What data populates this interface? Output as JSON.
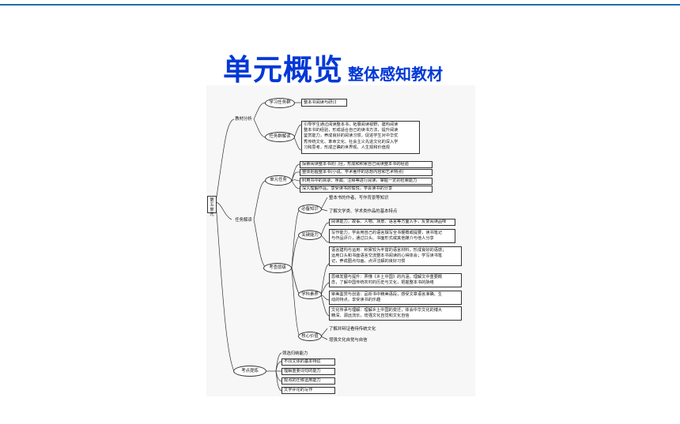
{
  "title": {
    "main": "单元概览",
    "sub": "整体感知教材"
  },
  "root": "第五单元",
  "branch1": {
    "label": "教材分析",
    "task_group": {
      "label": "学习任务群",
      "value": "整本书阅读与研讨"
    },
    "interpret": {
      "label": "任务群解读",
      "lines": [
        "引导学生通过阅读整本书，拓展阅读视野，建构阅读",
        "整本书的经验，形成适合自己的读书方法，提升阅读",
        "鉴赏能力，养成良好的阅读习惯，促进学生对中华优",
        "秀传统文化、革命文化、社会主义先进文化的深入学",
        "习和思考，形成正确的世界观、人生观和价值观"
      ]
    }
  },
  "branch2": {
    "label": "任务解读",
    "unit_task": {
      "label": "单元任务",
      "items": [
        "探索阅读整本书的门径，形成和积累自己阅读整本书的经验",
        "整体把握整本书(小说、学术著作的思想内容和艺术特点)",
        "利用书中的目录、序跋、注释等进行阅读，掌握一定的检索能力",
        "深入理解作品，享受读书的愉悦，学会读书的分享"
      ]
    },
    "exam_level": {
      "label": "考查层级",
      "knowledge": {
        "label": "必备知识",
        "items": [
          "整本书的作者，写作背景等知识",
          "了解文学类、学术类作品的基本特点"
        ]
      },
      "ability": {
        "label": "关键能力",
        "items": [
          "阅读能力，故事、人物、场景、语言等方面入手，反复阅读品味"
        ],
        "multi": [
          "写作能力，学会用自己的语言撰写全书梗概或提要，读书笔记",
          "与作品评介，通过口头、书面形式或其他媒介与他人分享"
        ]
      },
      "literacy": {
        "label": "学科素养",
        "blocks": [
          [
            "语言建构与运用：积累较为丰富的语言材料，形成良好的语感；",
            "运用口头和书面语言交流整本书阅读的心得体会；学写读书笔",
            "记，养成圈点勾画、点评注解的良好习惯"
          ],
          [
            "思维发展与提升：弄懂《乡土中国》的内涵，理解文中重要概",
            "念，了解中国传统农村的历史与文化，把握整本书的脉络"
          ],
          [
            "审美鉴赏与创造：品析书中精美语段，感受文章语言准确、生",
            "动的特点，享受读书的乐趣"
          ],
          [
            "文化传承与理解：理解乡土中国的变迁，体会中华文化的博大",
            "精深、源远流长，增强文化自觉和文化自信"
          ]
        ]
      },
      "core": {
        "label": "核心价值",
        "items": [
          "了解并辩证看待传统文化",
          "增强文化自觉与自信"
        ]
      }
    }
  },
  "branch3": {
    "label": "考点提炼",
    "items": [
      "筛选归纳能力",
      "不同文体的基本特征",
      "理解重要词句的能力",
      "观点的迁移运用能力",
      "文学评论的写作"
    ]
  }
}
